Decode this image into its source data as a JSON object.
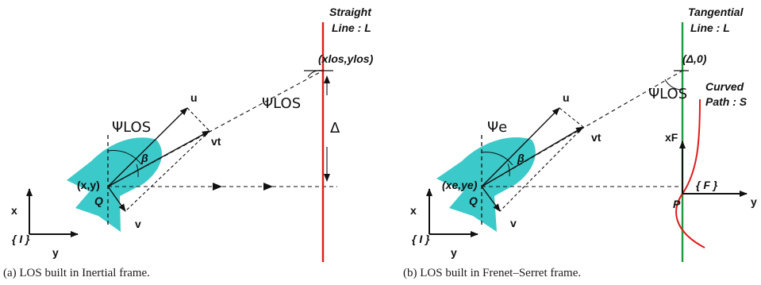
{
  "panel_a": {
    "caption": "(a) LOS built in Inertial frame.",
    "line_title_1": "Straight",
    "line_title_2": "Line : L",
    "los_point": "(xlos,ylos)",
    "psi_los_vertical": "ΨLOS",
    "psi_los_line": "ΨLOS",
    "delta": "Δ",
    "u": "u",
    "vt": "vt",
    "beta": "β",
    "xy": "(x,y)",
    "Q": "Q",
    "v": "v",
    "axis_x": "x",
    "axis_y": "y",
    "frame": "{ I }",
    "colors": {
      "body": "#3cc9c9",
      "line": "#e11b1b"
    }
  },
  "panel_b": {
    "caption": "(b) LOS built in Frenet–Serret frame.",
    "line_title_1": "Tangential",
    "line_title_2": "Line : L",
    "los_point": "(Δ,0)",
    "psi_los": "ΨLOS",
    "psi_e": "Ψe",
    "u": "u",
    "vt": "vt",
    "beta": "β",
    "xe_ye": "(xe,ye)",
    "Q": "Q",
    "v": "v",
    "xF": "xF",
    "F_frame": "{ F }",
    "P": "P",
    "y_F": "y",
    "curved_1": "Curved",
    "curved_2": "Path : S",
    "axis_x": "x",
    "axis_y": "y",
    "frame": "{ I }",
    "colors": {
      "body": "#3cc9c9",
      "line": "#1f9a3a",
      "path": "#e11b1b"
    }
  }
}
